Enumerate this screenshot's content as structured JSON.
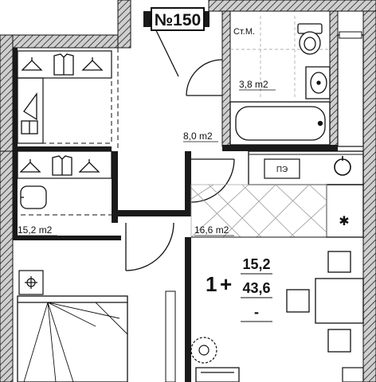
{
  "apartment": {
    "number": "№150",
    "rooms": "1",
    "plus_sign": "+",
    "living_area": "15,2",
    "total_area": "43,6",
    "extra": "-"
  },
  "rooms": {
    "hall_area": "8,0 m2",
    "bath_area": "3,8 m2",
    "bedroom_area": "15,2 m2",
    "kitchen_area": "16,6 m2"
  },
  "labels": {
    "riser": "Ст.М.",
    "stove": "ПЭ",
    "fridge": "✱"
  },
  "colors": {
    "wall": "#2b2b2b",
    "hatch": "#8a8a8a",
    "line": "#111111"
  }
}
